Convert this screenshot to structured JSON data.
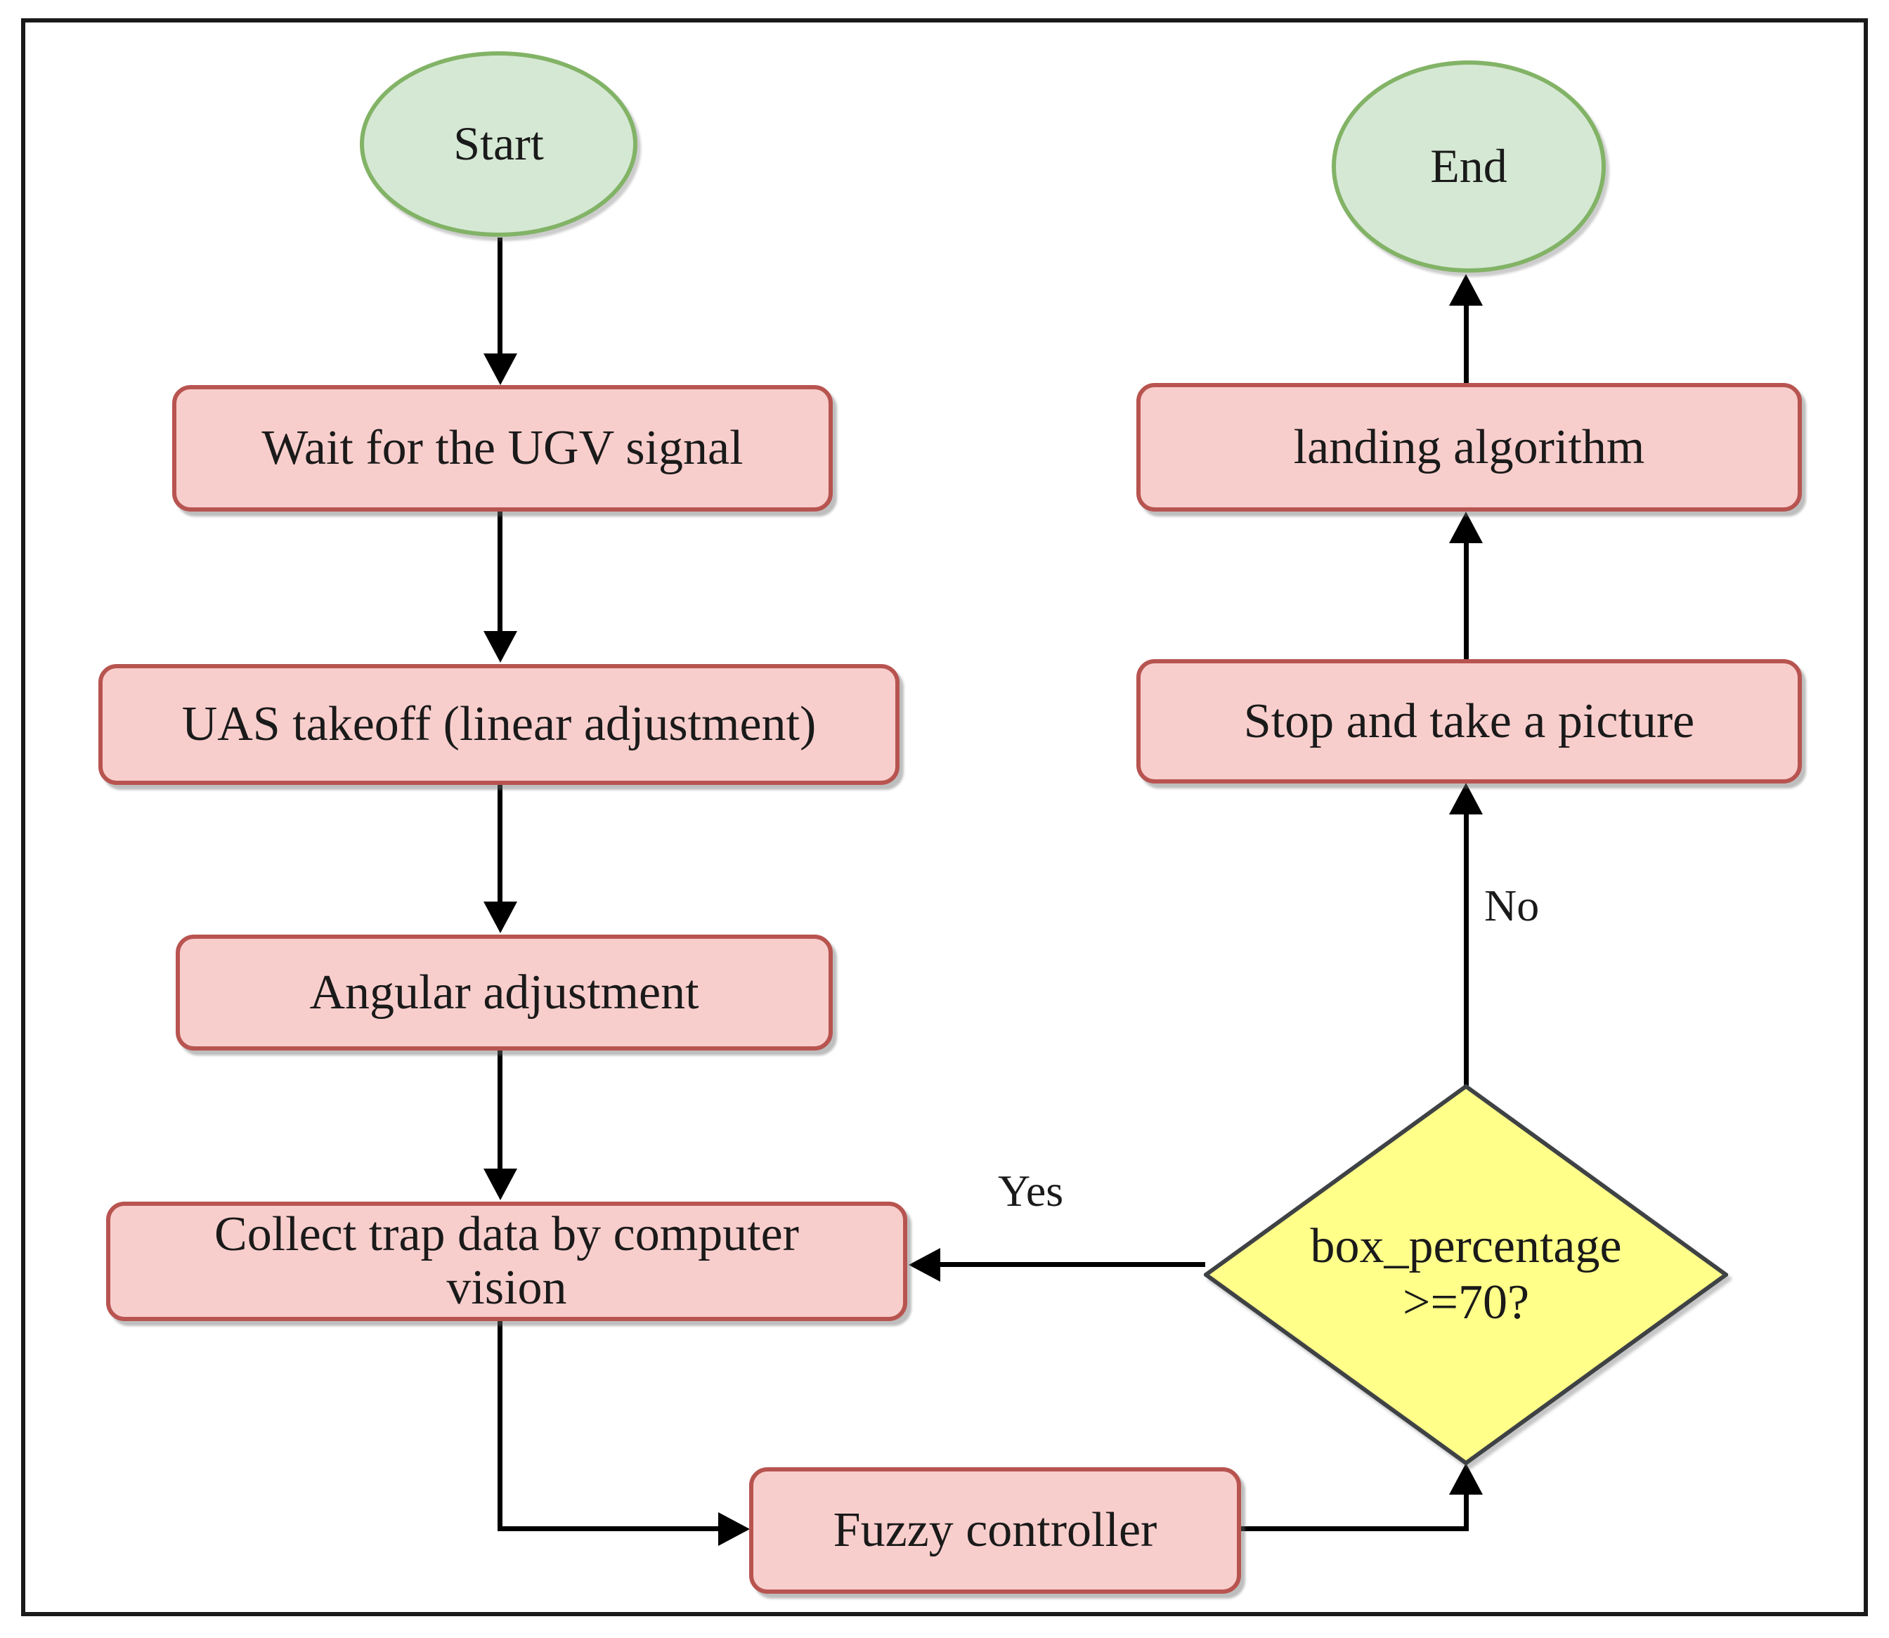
{
  "colors": {
    "process_fill": "#f8cecc",
    "process_border": "#b85450",
    "terminal_fill": "#d5e8d4",
    "terminal_border": "#82b366",
    "decision_fill": "#ffff8a",
    "decision_border": "#3f4245",
    "arrow": "#000000",
    "text": "#1a1a1a",
    "frame_border": "#1a1a1a"
  },
  "nodes": {
    "start": {
      "label": "Start"
    },
    "wait": {
      "label": "Wait for the UGV signal"
    },
    "uas_takeoff": {
      "label": "UAS takeoff (linear adjustment)"
    },
    "angular": {
      "label": "Angular adjustment"
    },
    "collect": {
      "label": "Collect trap data by computer vision"
    },
    "fuzzy": {
      "label": "Fuzzy controller"
    },
    "decision": {
      "label": "box_percentage >=70?"
    },
    "stop_picture": {
      "label": "Stop and take a picture"
    },
    "landing": {
      "label": "landing algorithm"
    },
    "end": {
      "label": "End"
    }
  },
  "edge_labels": {
    "yes": "Yes",
    "no": "No"
  }
}
